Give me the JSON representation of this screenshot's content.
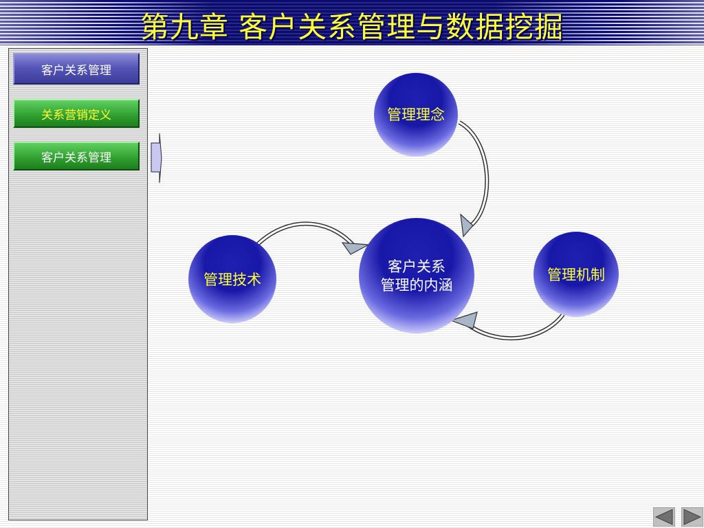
{
  "slide": {
    "title": "第九章  客户关系管理与数据挖掘"
  },
  "sidebar": {
    "items": [
      {
        "label": "客户关系管理",
        "state": "active"
      },
      {
        "label": "关系营销定义",
        "state": "normal"
      },
      {
        "label": "客户关系管理",
        "state": "normal"
      }
    ]
  },
  "diagram": {
    "center": {
      "line1": "客户关系",
      "line2": "管理的内涵"
    },
    "nodes": {
      "top": "管理理念",
      "left": "管理技术",
      "right": "管理机制"
    }
  },
  "colors": {
    "title_text": "#ffff33",
    "circle_dark": "#1a1aa0",
    "circle_light": "#ffffff",
    "label_yellow": "#ffff33"
  },
  "icons": {
    "prev": "triangle-left-icon",
    "next": "triangle-right-icon"
  }
}
